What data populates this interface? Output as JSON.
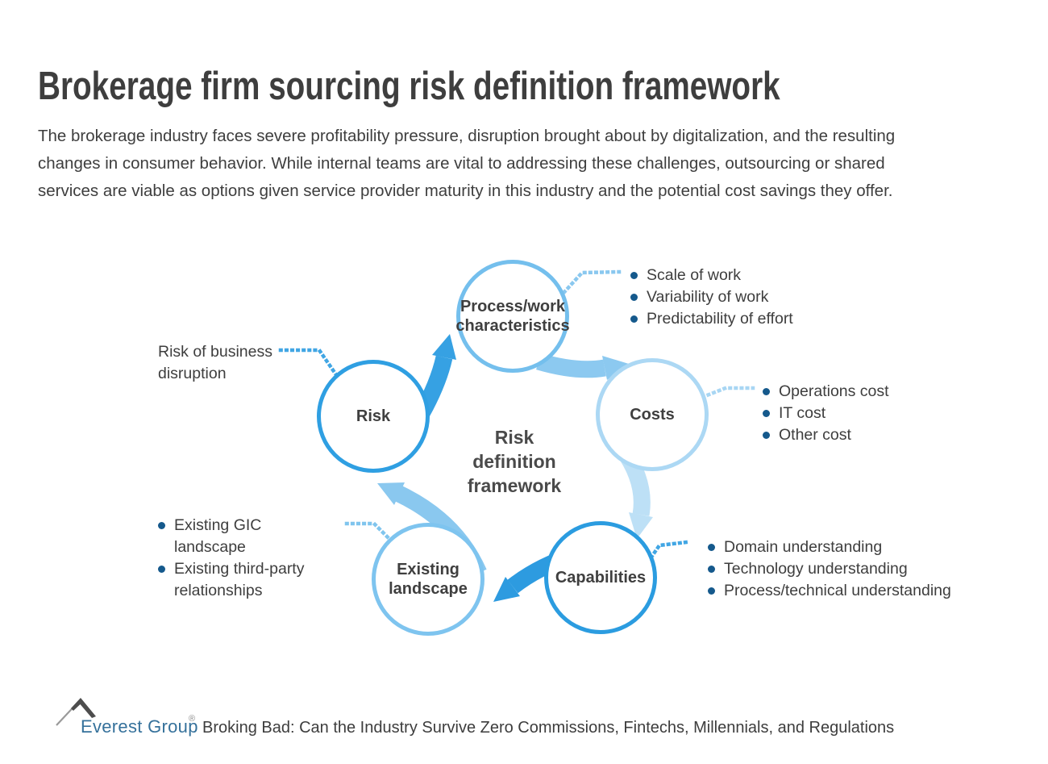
{
  "page": {
    "title": "Brokerage firm sourcing risk definition framework",
    "intro": "The brokerage industry faces severe profitability pressure, disruption brought about by digitalization, and the resulting\nchanges in consumer behavior. While internal teams are vital to addressing these challenges, outsourcing or shared\nservices are viable as options given service provider maturity in this industry and the potential cost savings they offer."
  },
  "diagram": {
    "center_label": "Risk\ndefinition\nframework",
    "cycle": [
      "Risk",
      "Process/work characteristics",
      "Costs",
      "Capabilities",
      "Existing landscape"
    ],
    "nodes": [
      {
        "id": "process-work",
        "label": "Process/work\ncharacteristics",
        "circle_color": "#74BFED",
        "bullets": [
          "Scale of work",
          "Variability of work",
          "Predictability of effort"
        ]
      },
      {
        "id": "costs",
        "label": "Costs",
        "circle_color": "#ACD8F4",
        "bullets": [
          "Operations cost",
          "IT cost",
          "Other cost"
        ]
      },
      {
        "id": "capabilities",
        "label": "Capabilities",
        "circle_color": "#2B9CE0",
        "bullets": [
          "Domain understanding",
          "Technology understanding",
          "Process/technical understanding"
        ]
      },
      {
        "id": "existing-landscape",
        "label": "Existing\nlandscape",
        "circle_color": "#7EC4EF",
        "bullets": [
          "Existing GIC landscape",
          "Existing third-party relationships"
        ]
      },
      {
        "id": "risk",
        "label": "Risk",
        "circle_color": "#2F9FE2",
        "side_note": "Risk of business\ndisruption"
      }
    ],
    "arrows": [
      {
        "from": "Risk",
        "to": "Process/work characteristics",
        "color": "#36A1E3"
      },
      {
        "from": "Process/work characteristics",
        "to": "Costs",
        "color": "#8CC9F0"
      },
      {
        "from": "Costs",
        "to": "Capabilities",
        "color": "#BDE0F6"
      },
      {
        "from": "Capabilities",
        "to": "Existing landscape",
        "color": "#2D9BE0"
      },
      {
        "from": "Existing landscape",
        "to": "Risk",
        "color": "#8AC8EF"
      }
    ],
    "connector_colors": {
      "risk": "#41A6E4",
      "process": "#8AC8EF",
      "costs": "#A8D6F3",
      "existing": "#80C5EE",
      "capabilities": "#41A6E4"
    },
    "bullet_dot_color": "#15598C"
  },
  "footer": {
    "brand": "Everest Group",
    "registered_mark": "®",
    "caption": "Broking Bad: Can the Industry Survive Zero Commissions, Fintechs, Millennials, and Regulations"
  }
}
